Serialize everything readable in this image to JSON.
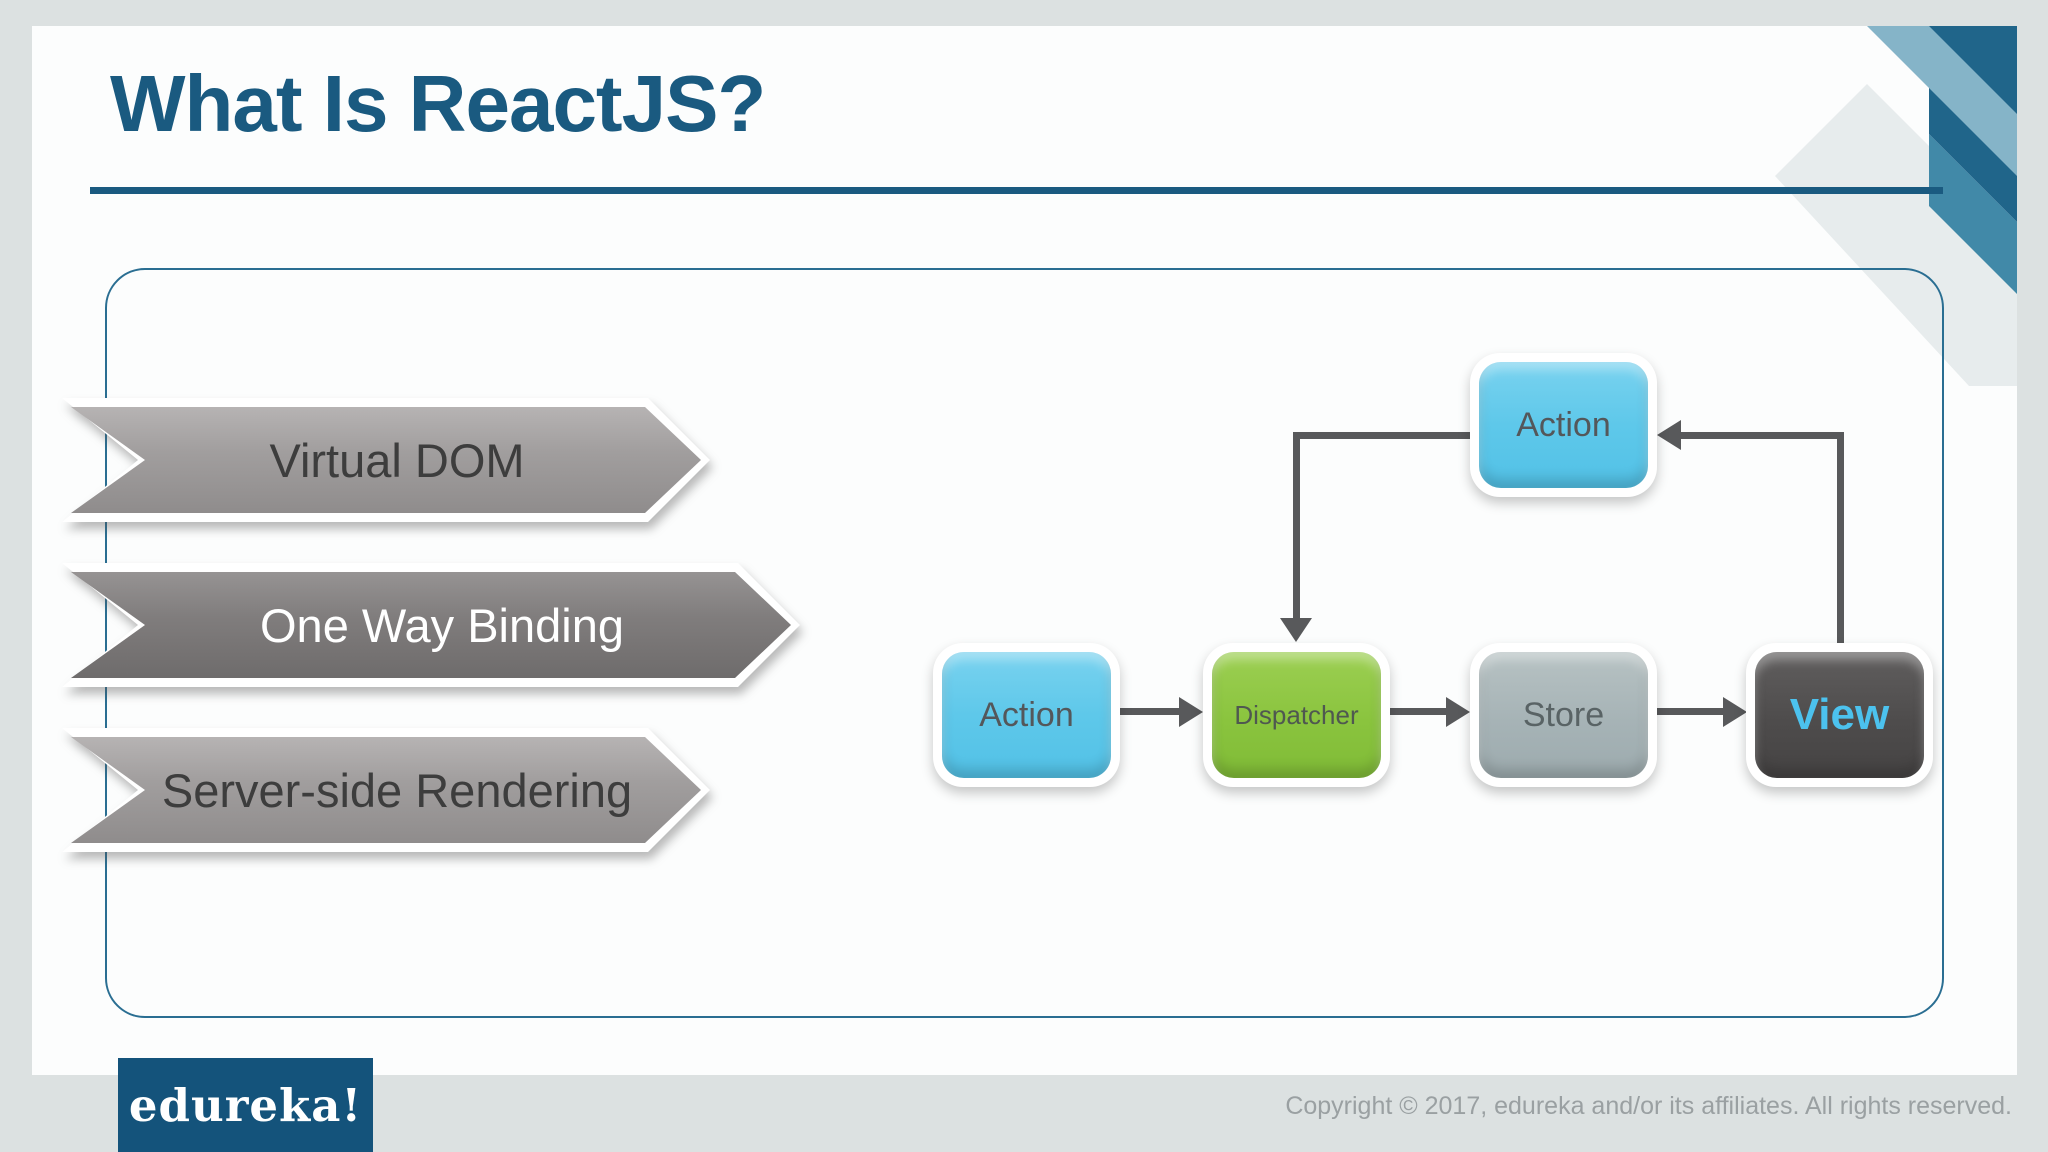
{
  "slide": {
    "title": "What Is ReactJS?",
    "features": [
      {
        "label": "Virtual DOM",
        "variant": "light"
      },
      {
        "label": "One Way Binding",
        "variant": "dark"
      },
      {
        "label": "Server-side Rendering",
        "variant": "light"
      }
    ],
    "diagram": {
      "nodes": [
        {
          "id": "action-top",
          "label": "Action",
          "fill": "#5ec8ea",
          "label_color": "#54575a"
        },
        {
          "id": "action",
          "label": "Action",
          "fill": "#5ec8ea",
          "label_color": "#54575a"
        },
        {
          "id": "dispatcher",
          "label": "Dispatcher",
          "fill": "#8ac43e",
          "label_color": "#4f5850"
        },
        {
          "id": "store",
          "label": "Store",
          "fill": "#a6b3b6",
          "label_color": "#596365"
        },
        {
          "id": "view",
          "label": "View",
          "fill": "#4e4c4c",
          "label_color": "#4cc2ee"
        }
      ],
      "edges": [
        {
          "from": "action",
          "to": "dispatcher"
        },
        {
          "from": "dispatcher",
          "to": "store"
        },
        {
          "from": "store",
          "to": "view"
        },
        {
          "from": "view",
          "to": "action-top"
        },
        {
          "from": "action-top",
          "to": "dispatcher"
        }
      ],
      "arrow_color": "#58595b"
    },
    "footer": {
      "logo_text": "edureka!",
      "logo_bg": "#14537b",
      "copyright": "Copyright © 2017, edureka and/or its affiliates. All rights reserved."
    },
    "colors": {
      "page_background": "#dce1e1",
      "slide_background": "#fcfdfd",
      "title": "#1a5a80",
      "underline": "#1a5a80",
      "panel_border": "#2a6e92",
      "banner_light": "#9d9a9a",
      "banner_dark": "#7b7878",
      "corner_dark_teal": "#20658a",
      "corner_medium_teal": "#4189a8",
      "corner_light_teal": "#85b4c8",
      "corner_pale": "#e7eced"
    }
  }
}
